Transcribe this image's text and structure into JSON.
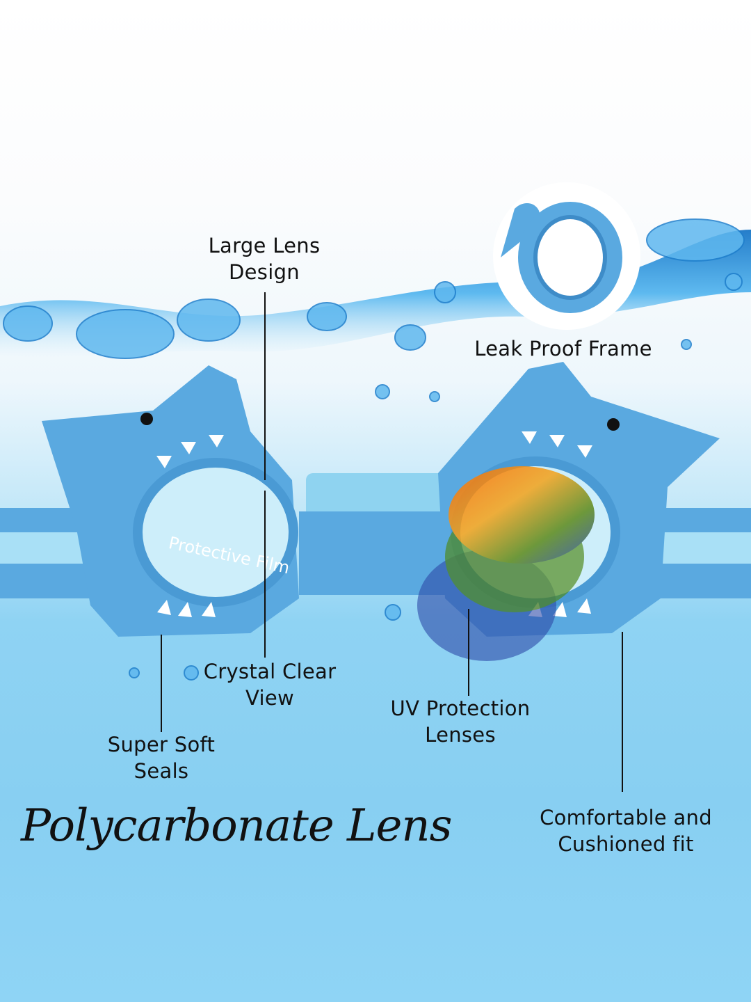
{
  "labels": {
    "large_lens": [
      "Large Lens",
      "Design"
    ],
    "leak_proof": "Leak Proof Frame",
    "crystal_clear": [
      "Crystal Clear",
      "View"
    ],
    "uv_protection": [
      "UV Protection",
      "Lenses"
    ],
    "super_soft": [
      "Super Soft",
      "Seals"
    ],
    "comfortable": [
      "Comfortable and",
      "Cushioned fit"
    ]
  },
  "lens_film_text": "Protective Film",
  "script_title": "Polycarbonate Lens",
  "colors": {
    "goggle_blue": "#5aa9e0",
    "strap": "#8fd3f0",
    "water": "#2a8fd8"
  }
}
